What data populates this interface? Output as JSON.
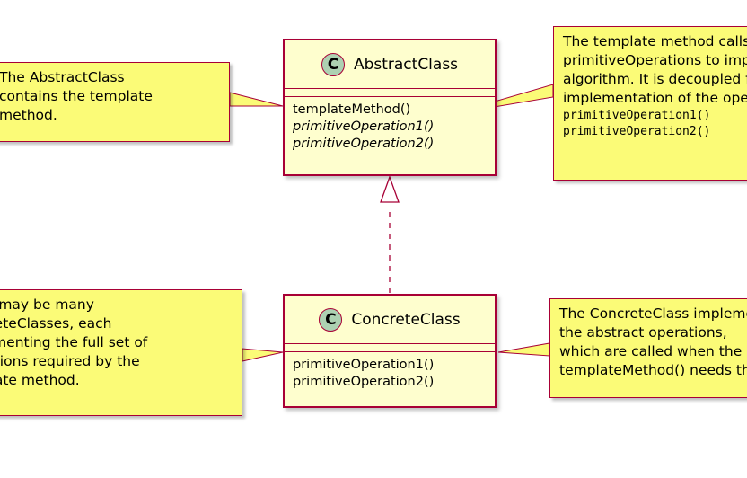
{
  "diagram": {
    "classes": [
      {
        "id": "abstract",
        "icon_letter": "C",
        "name": "AbstractClass",
        "methods": [
          {
            "text": "templateMethod()",
            "abstract": false
          },
          {
            "text": "primitiveOperation1()",
            "abstract": true
          },
          {
            "text": "primitiveOperation2()",
            "abstract": true
          }
        ]
      },
      {
        "id": "concrete",
        "icon_letter": "C",
        "name": "ConcreteClass",
        "methods": [
          {
            "text": "primitiveOperation1()",
            "abstract": false
          },
          {
            "text": "primitiveOperation2()",
            "abstract": false
          }
        ]
      }
    ],
    "relationships": [
      {
        "from": "concrete",
        "to": "abstract",
        "type": "realization"
      }
    ],
    "notes": {
      "abstract_left": [
        {
          "text": "The AbstractClass"
        },
        {
          "text": "contains the template"
        },
        {
          "text": "method."
        }
      ],
      "abstract_right": [
        {
          "text": "The template method calls the"
        },
        {
          "text": "primitiveOperations to implement the"
        },
        {
          "text": "algorithm. It is decoupled from the"
        },
        {
          "text": "implementation of the operations:"
        },
        {
          "text": "primitiveOperation1()",
          "mono": true
        },
        {
          "text": "primitiveOperation2()",
          "mono": true
        }
      ],
      "concrete_left": [
        {
          "text": "There may be many"
        },
        {
          "text": "ConcreteClasses, each"
        },
        {
          "text": "implementing the full set of"
        },
        {
          "text": "operations required by the"
        },
        {
          "text": "template method."
        }
      ],
      "concrete_right": [
        {
          "text": "The ConcreteClass implements"
        },
        {
          "text": "the abstract operations,"
        },
        {
          "text": "which are called when the"
        },
        {
          "text": "templateMethod() needs them."
        }
      ]
    },
    "colors": {
      "class_fill": "#FEFECE",
      "border": "#A80036",
      "note_fill": "#FBFB77",
      "class_icon": "#ADD1B2"
    }
  }
}
